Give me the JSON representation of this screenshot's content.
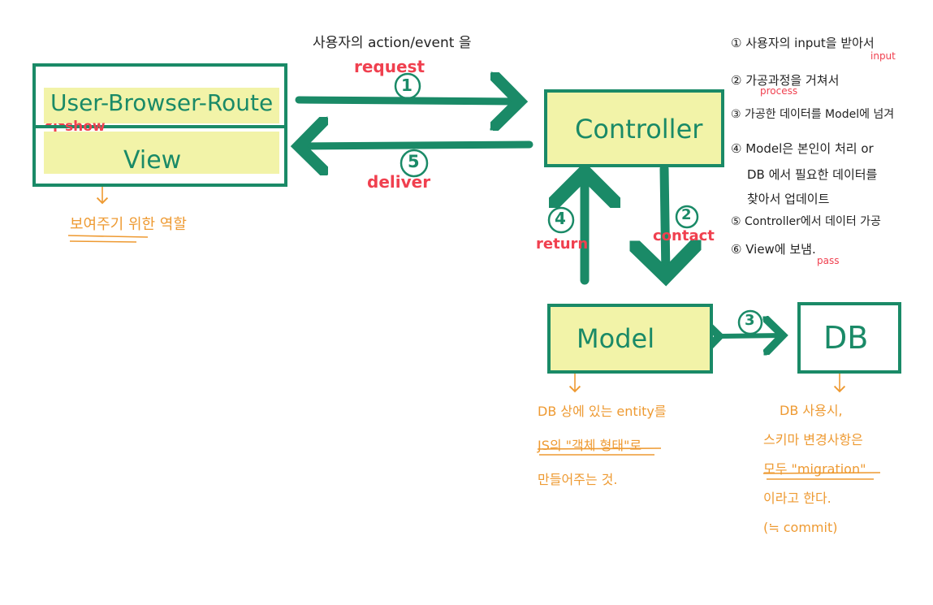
{
  "header_note": "사용자의 action/event 을",
  "boxes": {
    "user_browser_route": "User-Browser-Route",
    "view": "View",
    "controller": "Controller",
    "model": "Model",
    "db": "DB"
  },
  "arrows": {
    "request": {
      "step": "1",
      "label": "request"
    },
    "deliver": {
      "step": "5",
      "label": "deliver"
    },
    "contact": {
      "step": "2",
      "label": "contact"
    },
    "return": {
      "step": "4",
      "label": "return"
    },
    "model_db": {
      "step": "3"
    },
    "show": "show"
  },
  "notes": {
    "view": "보여주기 위한 역할",
    "model": [
      "DB 상에 있는 entity를",
      "JS의 \"객체 형태\"로",
      "만들어주는 것."
    ],
    "db": [
      "DB 사용시,",
      "스키마 변경사항은",
      "모두 \"migration\"",
      "이라고 한다.",
      "(≒ commit)"
    ]
  },
  "steps": [
    {
      "text": "① 사용자의 input을 받아서",
      "tag": "input"
    },
    {
      "text": "② 가공과정을 거쳐서",
      "tag": "process"
    },
    {
      "text": "③ 가공한 데이터를 Model에 넘겨",
      "tag": ""
    },
    {
      "text": "④ Model은 본인이 처리 or",
      "tag": ""
    },
    {
      "text": "DB 에서 필요한 데이터를",
      "tag": ""
    },
    {
      "text": "찾아서 업데이트",
      "tag": ""
    },
    {
      "text": "⑤ Controller에서 데이터 가공",
      "tag": ""
    },
    {
      "text": "⑥ View에 보냄.",
      "tag": "pass"
    }
  ],
  "colors": {
    "green": "#1a8a67",
    "red": "#f0404f",
    "orange": "#ee9a32",
    "highlight": "#f2f3a8"
  }
}
